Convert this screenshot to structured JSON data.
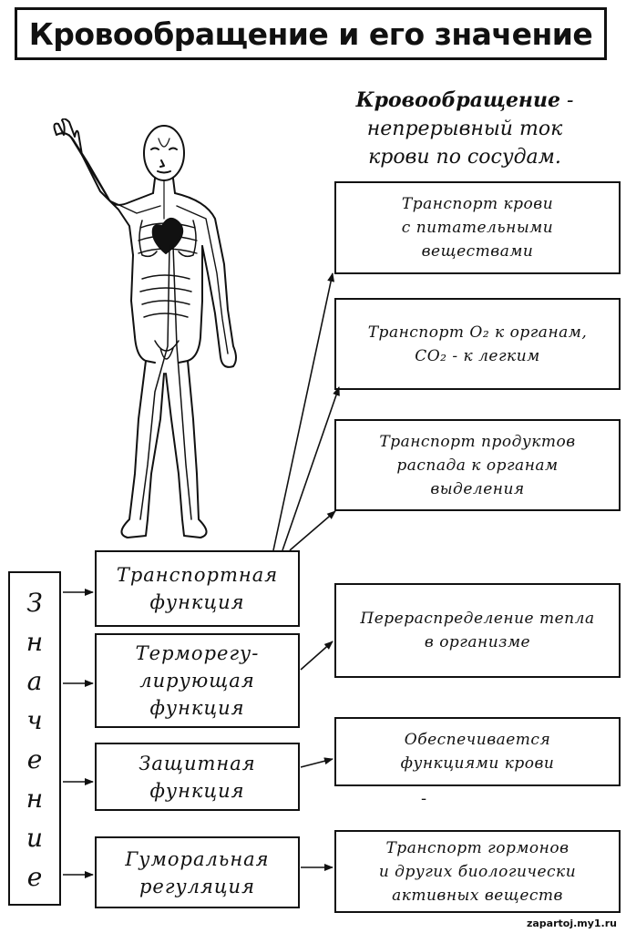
{
  "title": "Кровообращение и его значение",
  "definition": {
    "term": "Кровообращение",
    "dash": " -",
    "line2": "непрерывный ток",
    "line3": "крови по сосудам."
  },
  "vertical_label_letters": [
    "З",
    "н",
    "а",
    "ч",
    "е",
    "н",
    "и",
    "е"
  ],
  "functions": [
    {
      "id": "transport",
      "lines": [
        "Транспортная",
        "функция"
      ]
    },
    {
      "id": "thermo",
      "lines": [
        "Терморегу-",
        "лирующая",
        "функция"
      ]
    },
    {
      "id": "protective",
      "lines": [
        "Защитная",
        "функция"
      ]
    },
    {
      "id": "humoral",
      "lines": [
        "Гуморальная",
        "регуляция"
      ]
    }
  ],
  "details": [
    {
      "id": "nutrients",
      "lines": [
        "Транспорт крови",
        "с питательными",
        "веществами"
      ]
    },
    {
      "id": "gases",
      "lines": [
        "Транспорт О₂ к органам,",
        "СО₂ - к легким"
      ]
    },
    {
      "id": "waste",
      "lines": [
        "Транспорт продуктов",
        "распада к органам",
        "выделения"
      ]
    },
    {
      "id": "heat",
      "lines": [
        "Перераспределение тепла",
        "в организме"
      ]
    },
    {
      "id": "blood-functions",
      "lines": [
        "Обеспечивается",
        "функциями крови"
      ]
    },
    {
      "id": "hormones",
      "lines": [
        "Транспорт гормонов",
        "и других биологически",
        "активных веществ"
      ]
    }
  ],
  "stray_dash": "-",
  "watermark": "zapartoj.my1.ru"
}
